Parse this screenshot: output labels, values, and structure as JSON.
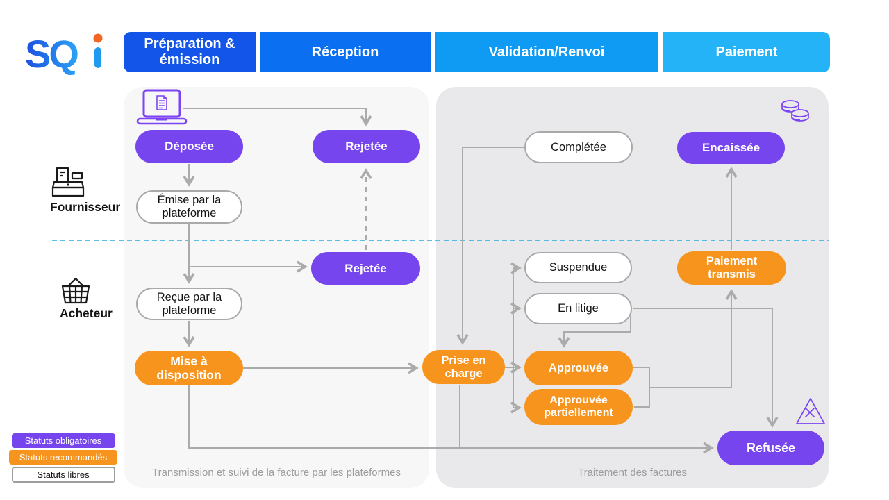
{
  "logo": {
    "text": "SQi"
  },
  "phases": [
    {
      "label": "Préparation & émission"
    },
    {
      "label": "Réception"
    },
    {
      "label": "Validation/Renvoi"
    },
    {
      "label": "Paiement"
    }
  ],
  "actors": [
    {
      "label": "Fournisseur",
      "icon": "cash-register-icon"
    },
    {
      "label": "Acheteur",
      "icon": "basket-icon"
    }
  ],
  "panels": [
    {
      "caption": "Transmission et suivi de la facture par les plateformes"
    },
    {
      "caption": "Traitement des factures"
    }
  ],
  "statuses": [
    {
      "label": "Déposée",
      "type": "obligatoire"
    },
    {
      "label": "Rejetée",
      "type": "obligatoire"
    },
    {
      "label": "Émise par la plateforme",
      "type": "libre"
    },
    {
      "label": "Rejetée",
      "type": "obligatoire"
    },
    {
      "label": "Reçue par la plateforme",
      "type": "libre"
    },
    {
      "label": "Mise à disposition",
      "type": "recommandé"
    },
    {
      "label": "Prise en charge",
      "type": "recommandé"
    },
    {
      "label": "Complétée",
      "type": "libre"
    },
    {
      "label": "Suspendue",
      "type": "libre"
    },
    {
      "label": "En litige",
      "type": "libre"
    },
    {
      "label": "Approuvée",
      "type": "recommandé"
    },
    {
      "label": "Approuvée partiellement",
      "type": "recommandé"
    },
    {
      "label": "Paiement transmis",
      "type": "recommandé"
    },
    {
      "label": "Encaissée",
      "type": "obligatoire"
    },
    {
      "label": "Refusée",
      "type": "obligatoire"
    }
  ],
  "legend": [
    {
      "label": "Statuts obligatoires",
      "type": "obligatoire"
    },
    {
      "label": "Statuts recommandés",
      "type": "recommandé"
    },
    {
      "label": "Statuts libres",
      "type": "libre"
    }
  ],
  "icons": [
    "laptop-invoice-icon",
    "coins-icon",
    "cash-register-icon",
    "basket-icon",
    "warning-triangle-x-icon"
  ],
  "colors": {
    "phase1": "#1355E8",
    "phase2": "#0B6FF1",
    "phase3": "#0F9BF3",
    "phase4": "#24B3F6",
    "mandatory": "#7645EE",
    "recommended": "#F7941D",
    "free_border": "#A9A9A9",
    "arrow": "#ABABAB",
    "divider": "#29A9E1",
    "panel_left": "#F7F7F8",
    "panel_right": "#E9E9EB",
    "logo_orange": "#F26522"
  }
}
